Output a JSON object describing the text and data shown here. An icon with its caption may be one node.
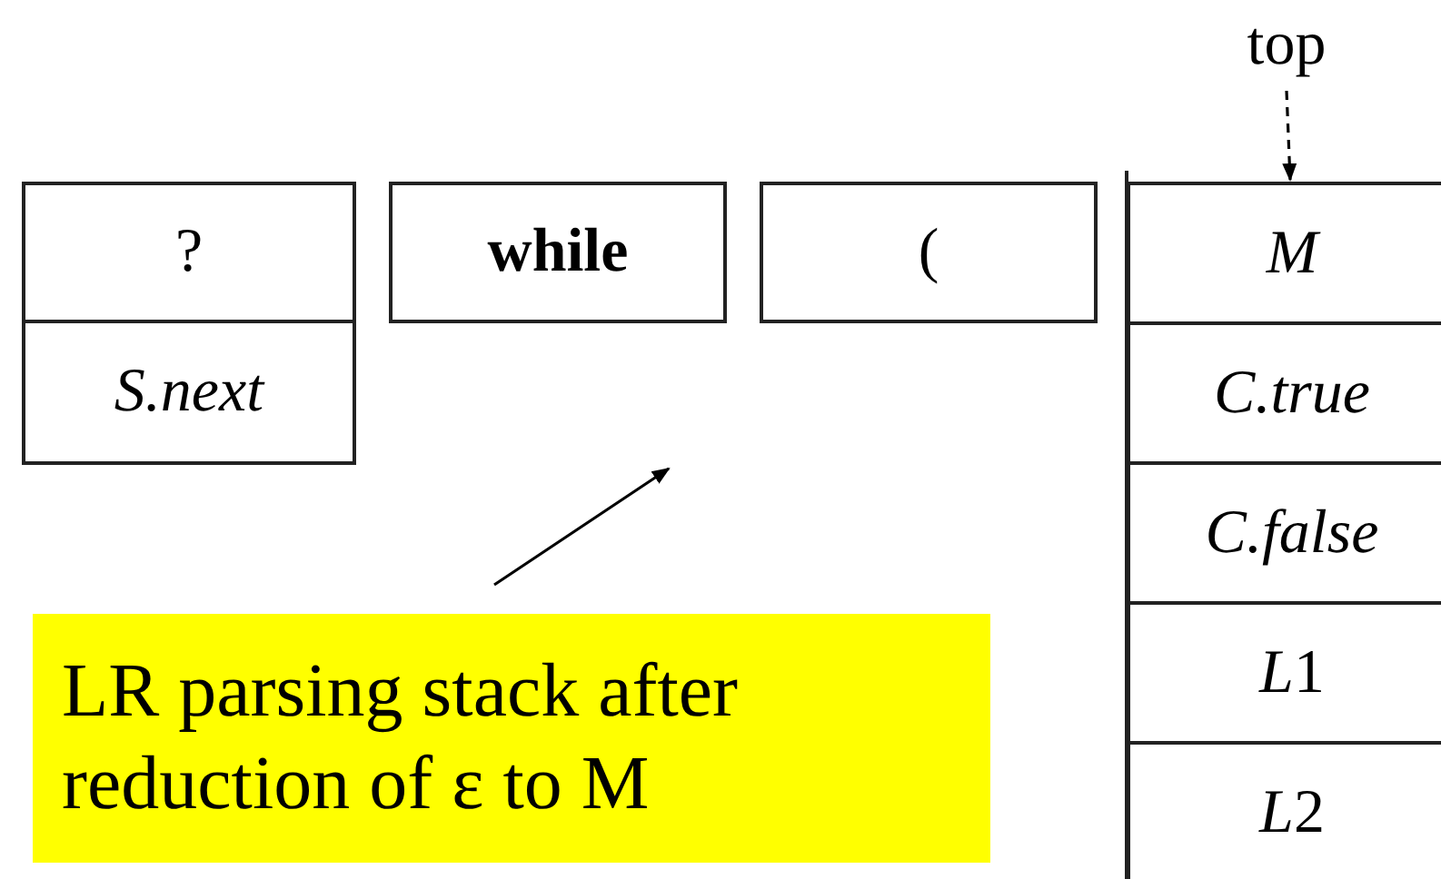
{
  "diagram": {
    "nodes": [
      {
        "text": [
          "?"
        ]
      },
      {
        "text": [
          "S.next"
        ]
      },
      {
        "text": [
          "while"
        ]
      },
      {
        "text": [
          "("
        ]
      },
      {
        "text": [
          "M"
        ]
      },
      {
        "text": [
          "C.true"
        ]
      },
      {
        "text": [
          "C.false"
        ]
      },
      {
        "text": [
          "L1"
        ]
      },
      {
        "text": [
          "L2"
        ]
      },
      {
        "text": [
          "top"
        ]
      },
      {
        "text": [
          "LR parsing stack after reduction of ε to M"
        ]
      }
    ],
    "edges": [
      {
        "from": 9,
        "to": 4,
        "arrow": "to",
        "style": "dashed"
      },
      {
        "from": 10,
        "to": null,
        "arrow": "to"
      }
    ]
  }
}
